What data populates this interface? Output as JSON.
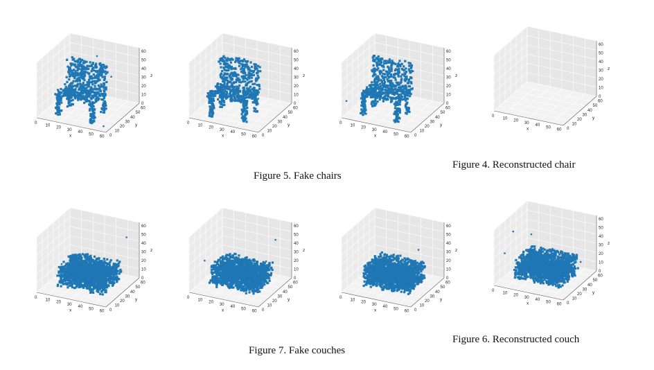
{
  "captions": {
    "fake_chairs": "Figure 5. Fake chairs",
    "reconstructed_chair": "Figure 4. Reconstructed chair",
    "fake_couches": "Figure 7. Fake couches",
    "reconstructed_couch": "Figure 6. Reconstructed couch"
  },
  "axes": {
    "x_label": "x",
    "y_label": "y",
    "z_label": "z",
    "x_ticks": [
      "0",
      "10",
      "20",
      "30",
      "40",
      "50",
      "60"
    ],
    "y_ticks": [
      "0",
      "10",
      "20",
      "30",
      "40",
      "50",
      "60"
    ],
    "z_ticks": [
      "0",
      "10",
      "20",
      "30",
      "40",
      "50",
      "60"
    ]
  },
  "point_color": "#1f77b4",
  "chart_data": [
    {
      "type": "scatter",
      "subtype": "3d-voxel",
      "shape": "chair",
      "xlim": [
        0,
        64
      ],
      "ylim": [
        0,
        64
      ],
      "zlim": [
        0,
        64
      ],
      "title": ""
    },
    {
      "type": "scatter",
      "subtype": "3d-voxel",
      "shape": "chair",
      "xlim": [
        0,
        64
      ],
      "ylim": [
        0,
        64
      ],
      "zlim": [
        0,
        64
      ],
      "title": ""
    },
    {
      "type": "scatter",
      "subtype": "3d-voxel",
      "shape": "chair",
      "xlim": [
        0,
        64
      ],
      "ylim": [
        0,
        64
      ],
      "zlim": [
        0,
        64
      ],
      "title": ""
    },
    {
      "type": "scatter",
      "subtype": "3d-voxel",
      "shape": "empty",
      "xlim": [
        0,
        64
      ],
      "ylim": [
        0,
        64
      ],
      "zlim": [
        0,
        64
      ],
      "title": ""
    },
    {
      "type": "scatter",
      "subtype": "3d-voxel",
      "shape": "couch",
      "xlim": [
        0,
        64
      ],
      "ylim": [
        0,
        64
      ],
      "zlim": [
        0,
        64
      ],
      "title": ""
    },
    {
      "type": "scatter",
      "subtype": "3d-voxel",
      "shape": "couch",
      "xlim": [
        0,
        64
      ],
      "ylim": [
        0,
        64
      ],
      "zlim": [
        0,
        64
      ],
      "title": ""
    },
    {
      "type": "scatter",
      "subtype": "3d-voxel",
      "shape": "couch",
      "xlim": [
        0,
        64
      ],
      "ylim": [
        0,
        64
      ],
      "zlim": [
        0,
        64
      ],
      "title": ""
    },
    {
      "type": "scatter",
      "subtype": "3d-voxel",
      "shape": "couch",
      "xlim": [
        0,
        64
      ],
      "ylim": [
        0,
        64
      ],
      "zlim": [
        0,
        64
      ],
      "title": ""
    }
  ]
}
